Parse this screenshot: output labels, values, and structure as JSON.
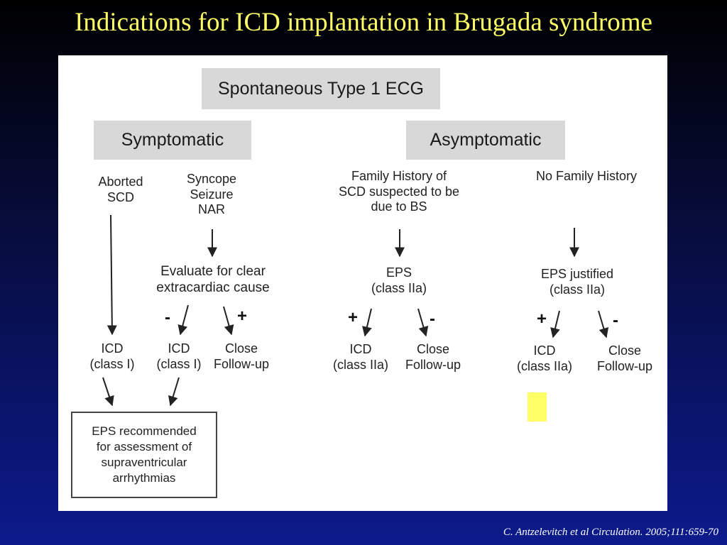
{
  "title": "Indications for ICD implantation in Brugada syndrome",
  "citation": "C. Antzelevitch et al Circulation. 2005;111:659-70",
  "diagram": {
    "top": "Spontaneous Type 1 ECG",
    "symptomatic": {
      "label": "Symptomatic",
      "aborted_l1": "Aborted",
      "aborted_l2": "SCD",
      "syncope_l1": "Syncope",
      "syncope_l2": "Seizure",
      "syncope_l3": "NAR",
      "evaluate_l1": "Evaluate for clear",
      "evaluate_l2": "extracardiac cause",
      "minus": "-",
      "plus": "+",
      "icd1_l1": "ICD",
      "icd1_l2": "(class I)",
      "icd2_l1": "ICD",
      "icd2_l2": "(class I)",
      "close_l1": "Close",
      "close_l2": "Follow-up",
      "eps_box_l1": "EPS recommended",
      "eps_box_l2": "for assessment of",
      "eps_box_l3": "supraventricular",
      "eps_box_l4": "arrhythmias"
    },
    "asymptomatic": {
      "label": "Asymptomatic",
      "fh_l1": "Family History of",
      "fh_l2": "SCD suspected to be",
      "fh_l3": "due to BS",
      "nfh": "No Family History",
      "eps1_l1": "EPS",
      "eps1_l2": "(class IIa)",
      "eps2_l1": "EPS justified",
      "eps2_l2": "(class IIa)",
      "plus": "+",
      "minus": "-",
      "icd3_l1": "ICD",
      "icd3_l2": "(class IIa)",
      "close3_l1": "Close",
      "close3_l2": "Follow-up",
      "icd4_l1": "ICD",
      "icd4_l2": "(class IIa)",
      "close4_l1": "Close",
      "close4_l2": "Follow-up"
    }
  },
  "colors": {
    "title": "#ffff66",
    "highlight": "#ffff66",
    "header_box": "#d8d8d8"
  }
}
